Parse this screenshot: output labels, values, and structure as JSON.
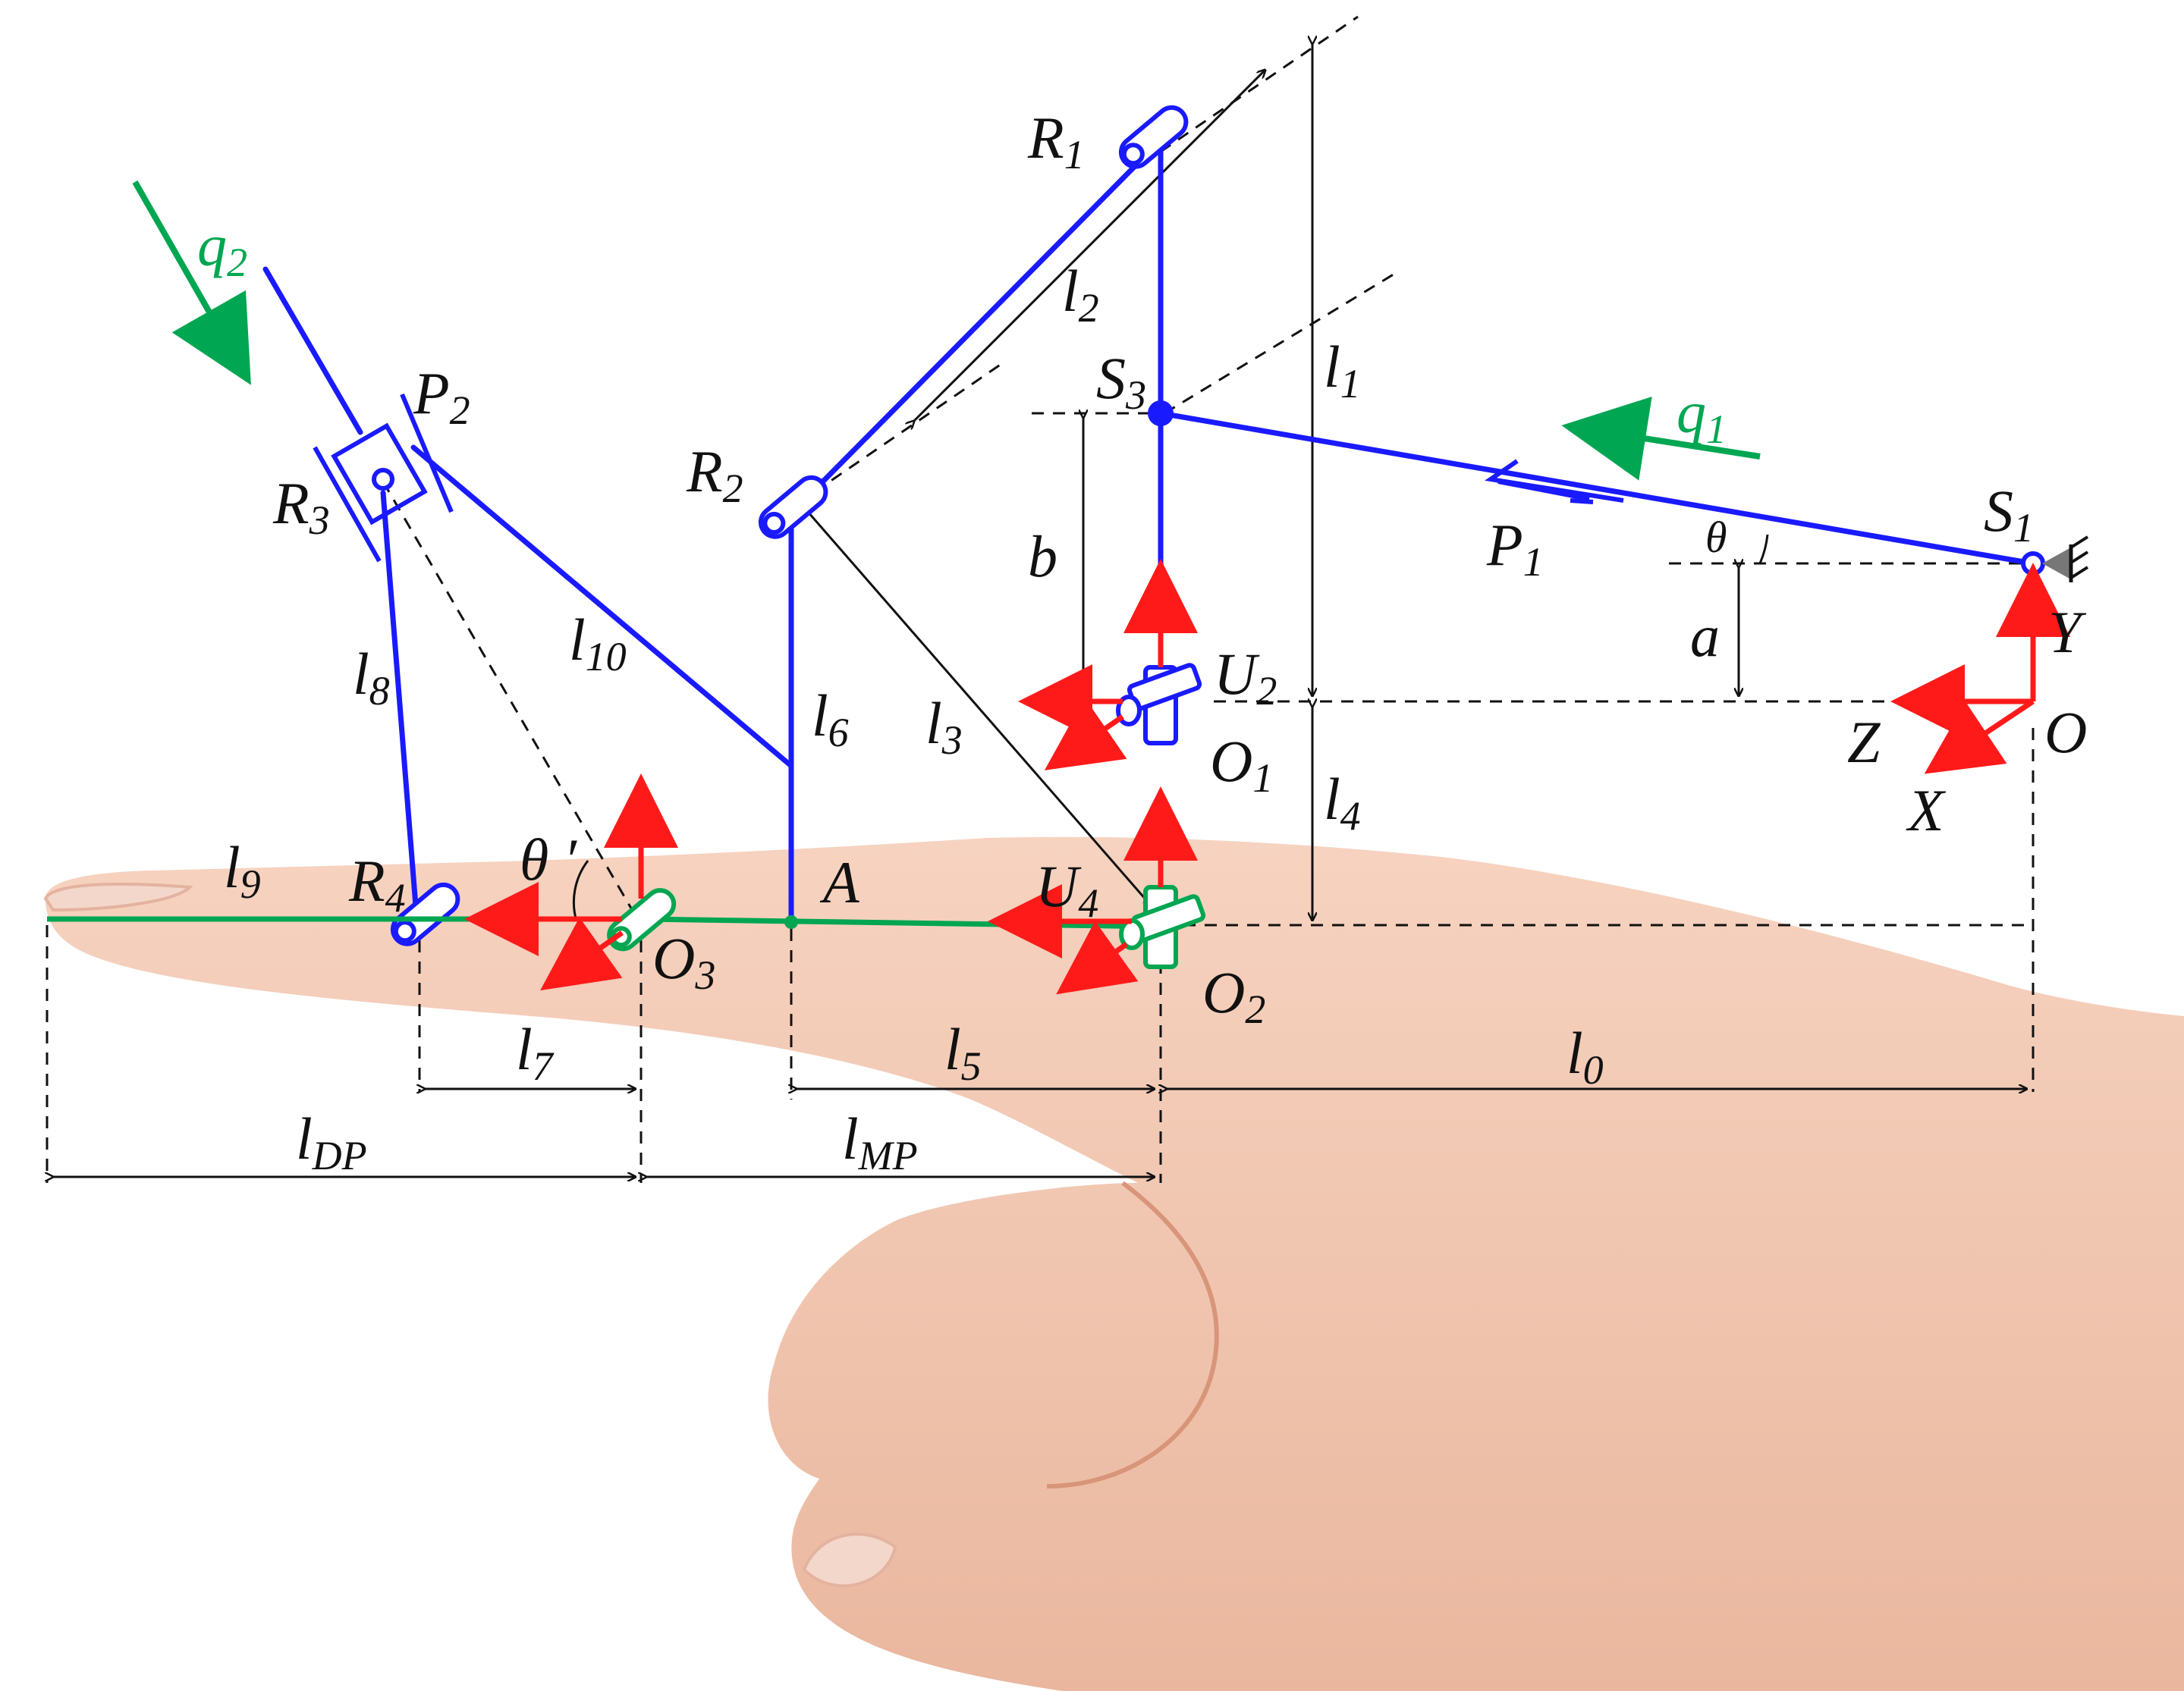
{
  "labels": {
    "R1": {
      "main": "R",
      "sub": "1"
    },
    "R2": {
      "main": "R",
      "sub": "2"
    },
    "R3": {
      "main": "R",
      "sub": "3"
    },
    "R4": {
      "main": "R",
      "sub": "4"
    },
    "P1": {
      "main": "P",
      "sub": "1"
    },
    "P2": {
      "main": "P",
      "sub": "2"
    },
    "S1": {
      "main": "S",
      "sub": "1"
    },
    "S3": {
      "main": "S",
      "sub": "3"
    },
    "U2": {
      "main": "U",
      "sub": "2"
    },
    "U4": {
      "main": "U",
      "sub": "4"
    },
    "O": {
      "main": "O",
      "sub": ""
    },
    "O1": {
      "main": "O",
      "sub": "1"
    },
    "O2": {
      "main": "O",
      "sub": "2"
    },
    "O3": {
      "main": "O",
      "sub": "3"
    },
    "A": {
      "main": "A",
      "sub": ""
    },
    "X": {
      "main": "X",
      "sub": ""
    },
    "Y": {
      "main": "Y",
      "sub": ""
    },
    "Z": {
      "main": "Z",
      "sub": ""
    },
    "q1": {
      "main": "q",
      "sub": "1"
    },
    "q2": {
      "main": "q",
      "sub": "2"
    },
    "theta": {
      "main": "θ",
      "sub": ""
    },
    "theta_prime": {
      "main": "θ ′",
      "sub": ""
    },
    "a": {
      "main": "a",
      "sub": ""
    },
    "b": {
      "main": "b",
      "sub": ""
    },
    "l0": {
      "main": "l",
      "sub": "0"
    },
    "l1": {
      "main": "l",
      "sub": "1"
    },
    "l2": {
      "main": "l",
      "sub": "2"
    },
    "l3": {
      "main": "l",
      "sub": "3"
    },
    "l4": {
      "main": "l",
      "sub": "4"
    },
    "l5": {
      "main": "l",
      "sub": "5"
    },
    "l6": {
      "main": "l",
      "sub": "6"
    },
    "l7": {
      "main": "l",
      "sub": "7"
    },
    "l8": {
      "main": "l",
      "sub": "8"
    },
    "l9": {
      "main": "l",
      "sub": "9"
    },
    "l10": {
      "main": "l",
      "sub": "10"
    },
    "lDP": {
      "main": "l",
      "sub": "DP"
    },
    "lMP": {
      "main": "l",
      "sub": "MP"
    }
  },
  "colors": {
    "mechanism": "#1a1aff",
    "finger": "#00a651",
    "axes": "#ff1a1a",
    "dimension": "#111111",
    "skin": "#f2c4ad",
    "skin_shadow": "#e3a88e"
  }
}
